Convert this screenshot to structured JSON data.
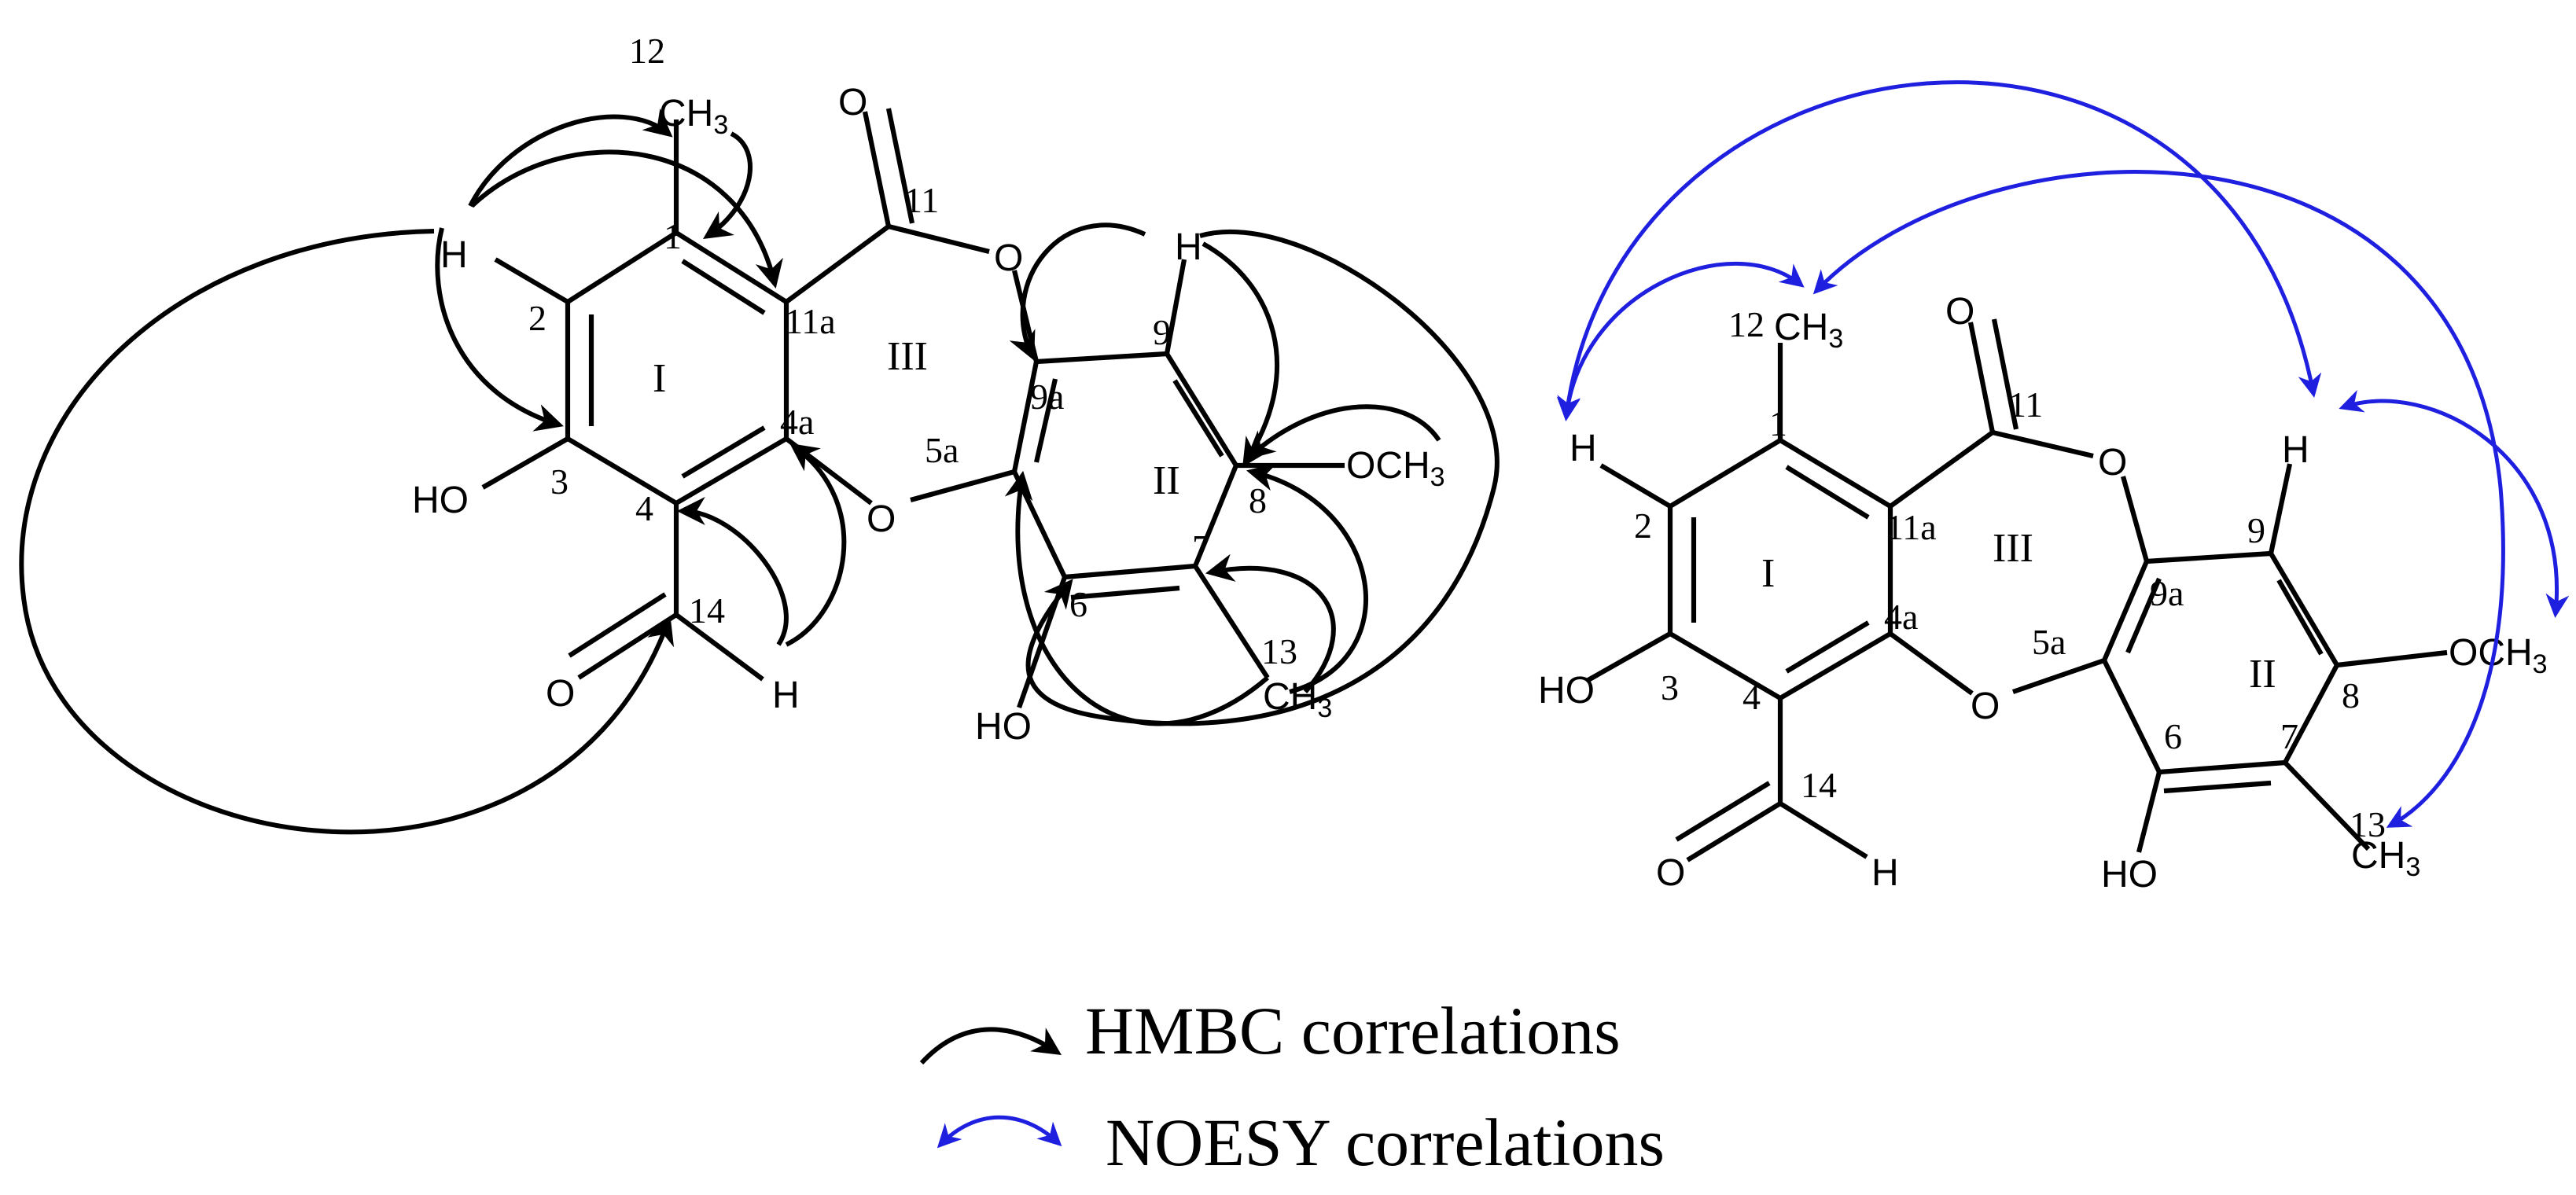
{
  "legend": {
    "hmbc_label": "HMBC correlations",
    "noesy_label": "NOESY correlations",
    "hmbc_color": "#000000",
    "noesy_color": "#1f1fe0"
  },
  "structure_left": {
    "ring_labels": [
      "I",
      "II",
      "III"
    ],
    "atom_numbers": [
      "1",
      "2",
      "3",
      "4",
      "4a",
      "5a",
      "6",
      "7",
      "8",
      "9",
      "9a",
      "11",
      "11a",
      "12",
      "13",
      "14"
    ],
    "atoms": {
      "ch3_12": "CH3",
      "h2": "H",
      "ho3": "HO",
      "o14": "O",
      "h14": "H",
      "o11": "O",
      "o_ring_top": "O",
      "o_ring_bottom": "O",
      "h9": "H",
      "och3": "OCH3",
      "ho6": "HO",
      "ch3_13": "CH3"
    }
  },
  "structure_right": {
    "ring_labels": [
      "I",
      "II",
      "III"
    ],
    "atom_numbers": [
      "1",
      "2",
      "3",
      "4",
      "4a",
      "5a",
      "6",
      "7",
      "8",
      "9",
      "9a",
      "11",
      "11a",
      "12",
      "13",
      "14"
    ],
    "atoms": {
      "ch3_12": "CH3",
      "h2": "H",
      "ho3": "HO",
      "o14": "O",
      "h14": "H",
      "o11": "O",
      "o_ring_top": "O",
      "o_ring_bottom": "O",
      "h9": "H",
      "och3": "OCH3",
      "ho6": "HO",
      "ch3_13": "CH3"
    }
  }
}
